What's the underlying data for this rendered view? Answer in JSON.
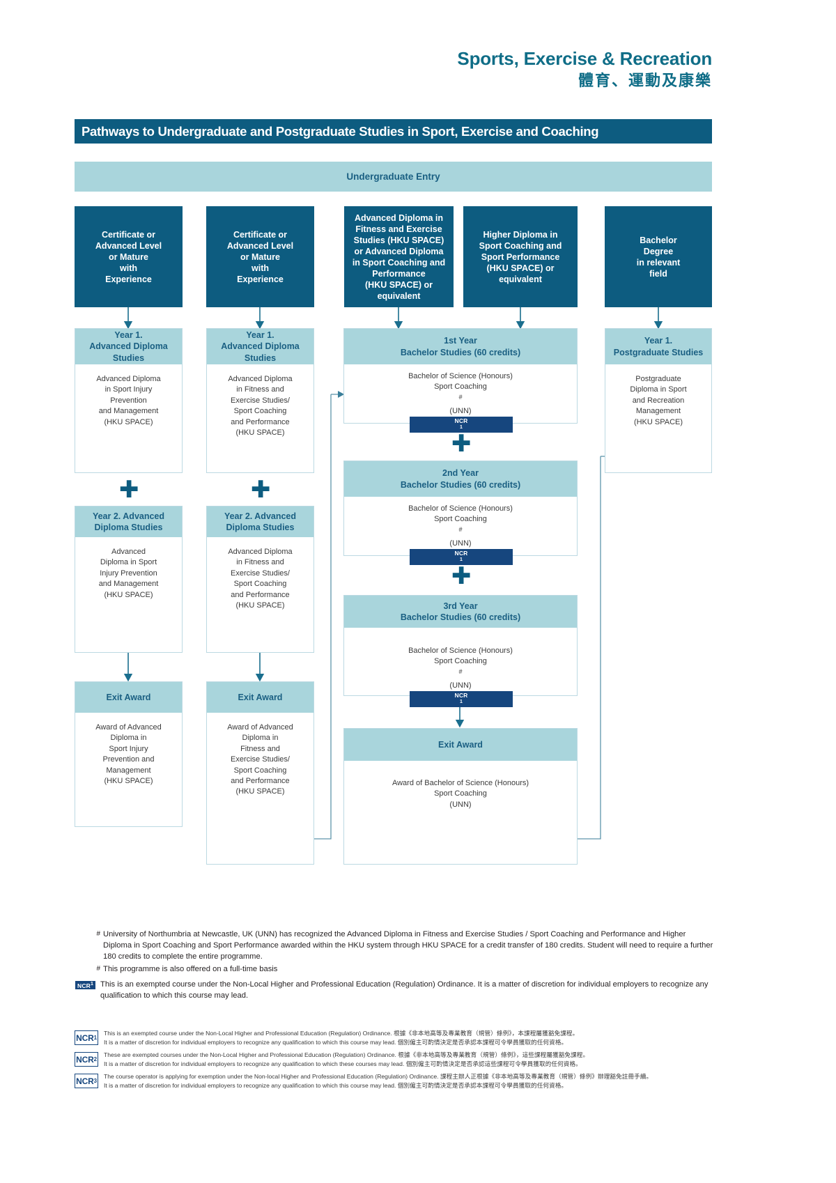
{
  "header": {
    "title_en": "Sports, Exercise & Recreation",
    "title_zh": "體育、運動及康樂",
    "accent": "#0f6d87"
  },
  "title_bar": {
    "text": "Pathways to Undergraduate and Postgraduate Studies in Sport, Exercise and Coaching",
    "bg": "#0d5c80"
  },
  "entry_band": {
    "label": "Undergraduate Entry",
    "bg": "#a9d5dc"
  },
  "entry_boxes": [
    {
      "label": "Certificate or\nAdvanced Level\nor Mature\nwith\nExperience"
    },
    {
      "label": "Certificate or\nAdvanced Level\nor Mature\nwith\nExperience"
    },
    {
      "label": "Advanced Diploma in\nFitness and Exercise\nStudies (HKU SPACE)\nor Advanced Diploma\nin Sport Coaching and\nPerformance\n(HKU SPACE) or\nequivalent"
    },
    {
      "label": "Higher Diploma in\nSport Coaching and\nSport Performance\n(HKU SPACE) or\nequivalent"
    },
    {
      "label": "Bachelor\nDegree\nin relevant\nfield"
    }
  ],
  "col1": {
    "y1_header": "Year 1.\nAdvanced Diploma\nStudies",
    "y1_body": "Advanced Diploma\nin Sport Injury\nPrevention\nand Management\n(HKU SPACE)",
    "y2_header": "Year 2. Advanced\nDiploma Studies",
    "y2_body": "Advanced\nDiploma in Sport\nInjury Prevention\nand Management\n(HKU SPACE)",
    "exit_header": "Exit Award",
    "exit_body": "Award of Advanced\nDiploma in\nSport Injury\nPrevention and\nManagement\n(HKU SPACE)"
  },
  "col2": {
    "y1_header": "Year 1.\nAdvanced Diploma\nStudies",
    "y1_body": "Advanced Diploma\nin Fitness and\nExercise Studies/\nSport Coaching\nand Performance\n(HKU SPACE)",
    "y2_header": "Year 2. Advanced\nDiploma Studies",
    "y2_body": "Advanced Diploma\nin Fitness and\nExercise Studies/\nSport Coaching\nand Performance\n(HKU SPACE)",
    "exit_header": "Exit Award",
    "exit_body": "Award of Advanced\nDiploma in\nFitness and\nExercise Studies/\nSport Coaching\nand Performance\n(HKU SPACE)"
  },
  "col3": {
    "y1_header": "1st Year\nBachelor Studies (60 credits)",
    "y1_body_line1": "Bachelor of Science (Honours)",
    "y1_body_line2": "Sport Coaching",
    "y1_body_line3": "(UNN)",
    "y1_badge": "NCR",
    "y1_badge_sup": "1",
    "y2_header": "2nd Year\nBachelor Studies (60 credits)",
    "y3_header": "3rd Year\nBachelor Studies (60 credits)",
    "exit_header": "Exit Award",
    "exit_body": "Award of Bachelor of Science (Honours)\nSport Coaching\n(UNN)"
  },
  "col4": {
    "pg_header": "Year 1.\nPostgraduate Studies",
    "pg_body": "Postgraduate\nDiploma in Sport\nand Recreation\nManagement\n(HKU SPACE)"
  },
  "footnotes": [
    {
      "marker": "#",
      "text": "University of Northumbria at Newcastle, UK (UNN) has recognized the Advanced Diploma in Fitness and Exercise Studies / Sport Coaching and Performance and Higher Diploma in Sport Coaching and Sport Performance awarded within the HKU system through HKU SPACE for a credit transfer of 180 credits. Student will need to require a further 180 credits to complete the entire programme."
    },
    {
      "marker": "#",
      "text": "This programme is also offered on a full-time basis"
    },
    {
      "marker": "NCR1",
      "text": "This is an exempted course under the Non-Local Higher and Professional Education (Regulation) Ordinance. It is a matter of discretion for individual employers to recognize any qualification to which this course may lead."
    }
  ],
  "ncr_legend": [
    {
      "tag": "NCR",
      "sup": "1",
      "line1_en": "This is an exempted course under the Non-Local Higher and Professional Education (Regulation) Ordinance.",
      "line1_zh": "根據《非本地高等及專業教育（規管）條例》，本課程屬獲豁免課程。",
      "line2_en": "It is a matter of discretion for individual employers to recognize any qualification to which this course may lead.",
      "line2_zh": "個別僱主可酌情決定是否承認本課程可令學員獲取的任何資格。"
    },
    {
      "tag": "NCR",
      "sup": "2",
      "line1_en": "These are exempted courses under the Non-Local Higher and Professional Education (Regulation) Ordinance.",
      "line1_zh": "根據《非本地高等及專業教育（規管）條例》，這些課程屬獲豁免課程。",
      "line2_en": "It is a matter of discretion for individual employers to recognize any qualification to which these courses may lead.",
      "line2_zh": "個別僱主可酌情決定是否承認這些課程可令學員獲取的任何資格。"
    },
    {
      "tag": "NCR",
      "sup": "3",
      "line1_en": "The course operator is applying for exemption under the Non-local Higher and Professional Education (Regulation) Ordinance.",
      "line1_zh": "課程主辦人正根據《非本地高等及專業教育（規管）條例》辦理豁免註冊手續。",
      "line2_en": "It is a matter of discretion for individual employers to recognize any qualification to which this course may lead.",
      "line2_zh": "個別僱主可酌情決定是否承認本課程可令學員獲取的任何資格。"
    }
  ]
}
